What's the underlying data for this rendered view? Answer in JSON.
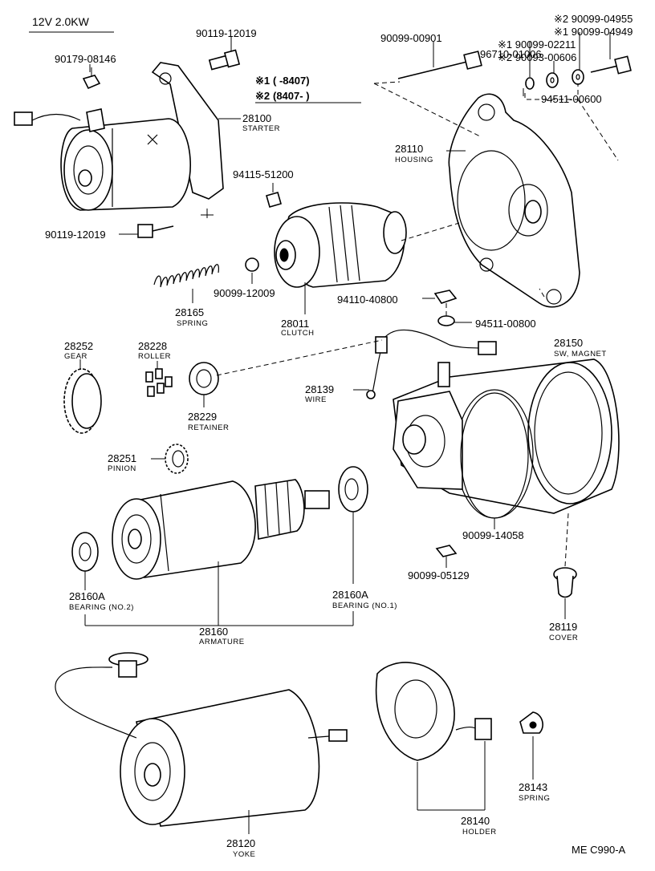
{
  "header": {
    "spec": "12V 2.0KW"
  },
  "notes": {
    "n1_mark": "※1",
    "n1_text": "(      -8407)",
    "n2_mark": "※2",
    "n2_text": "(8407-      )"
  },
  "footer": {
    "code": "ME  C990-A"
  },
  "parts": [
    {
      "id": "p1",
      "number": "90119-12019",
      "name": ""
    },
    {
      "id": "p2",
      "number": "90179-08146",
      "name": ""
    },
    {
      "id": "p3",
      "number": "28100",
      "name": "STARTER"
    },
    {
      "id": "p4",
      "number": "90099-00901",
      "name": ""
    },
    {
      "id": "p5",
      "number": "96710-01006",
      "name": ""
    },
    {
      "id": "p6",
      "number": "※2 90099-04955",
      "name": ""
    },
    {
      "id": "p7",
      "number": "※1 90099-04949",
      "name": ""
    },
    {
      "id": "p8",
      "number": "※1 90099-02211",
      "name": ""
    },
    {
      "id": "p9",
      "number": "※2 90093-00606",
      "name": ""
    },
    {
      "id": "p10",
      "number": "94511-00600",
      "name": ""
    },
    {
      "id": "p11",
      "number": "28110",
      "name": "HOUSING"
    },
    {
      "id": "p12",
      "number": "94115-51200",
      "name": ""
    },
    {
      "id": "p13",
      "number": "90119-12019",
      "name": ""
    },
    {
      "id": "p14",
      "number": "90099-12009",
      "name": ""
    },
    {
      "id": "p15",
      "number": "28165",
      "name": "SPRING"
    },
    {
      "id": "p16",
      "number": "28011",
      "name": "CLUTCH"
    },
    {
      "id": "p17",
      "number": "94110-40800",
      "name": ""
    },
    {
      "id": "p18",
      "number": "94511-00800",
      "name": ""
    },
    {
      "id": "p19",
      "number": "28252",
      "name": "GEAR"
    },
    {
      "id": "p20",
      "number": "28228",
      "name": "ROLLER"
    },
    {
      "id": "p21",
      "number": "28150",
      "name": "SW, MAGNET"
    },
    {
      "id": "p22",
      "number": "28139",
      "name": "WIRE"
    },
    {
      "id": "p23",
      "number": "28229",
      "name": "RETAINER"
    },
    {
      "id": "p24",
      "number": "28251",
      "name": "PINION"
    },
    {
      "id": "p25",
      "number": "90099-14058",
      "name": ""
    },
    {
      "id": "p26",
      "number": "90099-05129",
      "name": ""
    },
    {
      "id": "p27",
      "number": "28160A",
      "name": "BEARING (NO.2)"
    },
    {
      "id": "p28",
      "number": "28160A",
      "name": "BEARING (NO.1)"
    },
    {
      "id": "p29",
      "number": "28160",
      "name": "ARMATURE"
    },
    {
      "id": "p30",
      "number": "28119",
      "name": "COVER"
    },
    {
      "id": "p31",
      "number": "28143",
      "name": "SPRING"
    },
    {
      "id": "p32",
      "number": "28140",
      "name": "HOLDER"
    },
    {
      "id": "p33",
      "number": "28120",
      "name": "YOKE"
    }
  ]
}
